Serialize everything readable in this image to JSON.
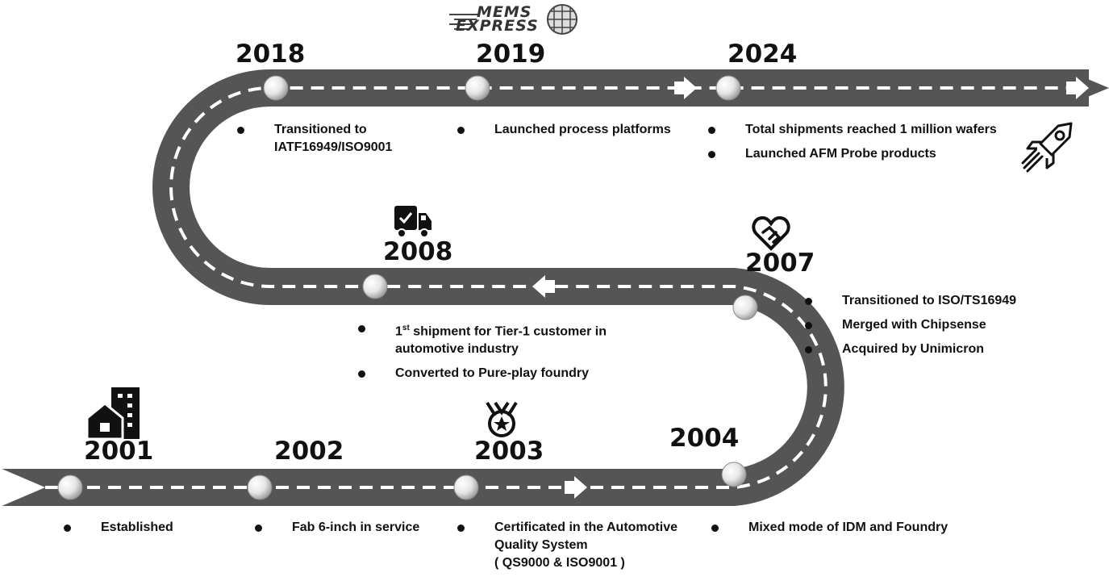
{
  "logo": {
    "line1": "MEMS",
    "line2": "EXPRESS"
  },
  "milestones": [
    {
      "year": "2018",
      "items": [
        "Transitioned to",
        "IATF16949/ISO9001"
      ]
    },
    {
      "year": "2019",
      "items": [
        "Launched process platforms"
      ]
    },
    {
      "year": "2024",
      "items": [
        "Total shipments reached 1 million wafers",
        "Launched AFM Probe products"
      ]
    },
    {
      "year": "2008",
      "items": [
        "shipment for Tier-1 customer in",
        "automotive industry",
        "Converted to Pure-play foundry"
      ],
      "ordinal": "1",
      "ordinal_suffix": "st"
    },
    {
      "year": "2007",
      "items": [
        "Transitioned to ISO/TS16949",
        "Merged with Chipsense",
        "Acquired by Unimicron"
      ]
    },
    {
      "year": "2001",
      "items": [
        "Established"
      ]
    },
    {
      "year": "2002",
      "items": [
        "Fab 6-inch in service"
      ]
    },
    {
      "year": "2003",
      "items": [
        "Certificated in the Automotive",
        "Quality System",
        "( QS9000 & ISO9001 )"
      ]
    },
    {
      "year": "2004",
      "items": [
        "Mixed mode of IDM and Foundry"
      ]
    }
  ],
  "icons": {
    "logo": "mems-express-logo-icon",
    "2008": "delivery-truck-icon",
    "2007": "heart-handshake-icon",
    "2001": "building-icon",
    "2003": "medal-icon",
    "2024": "rocket-icon"
  },
  "colors": {
    "road": "#555555",
    "lane": "#ffffff",
    "text": "#111111"
  }
}
